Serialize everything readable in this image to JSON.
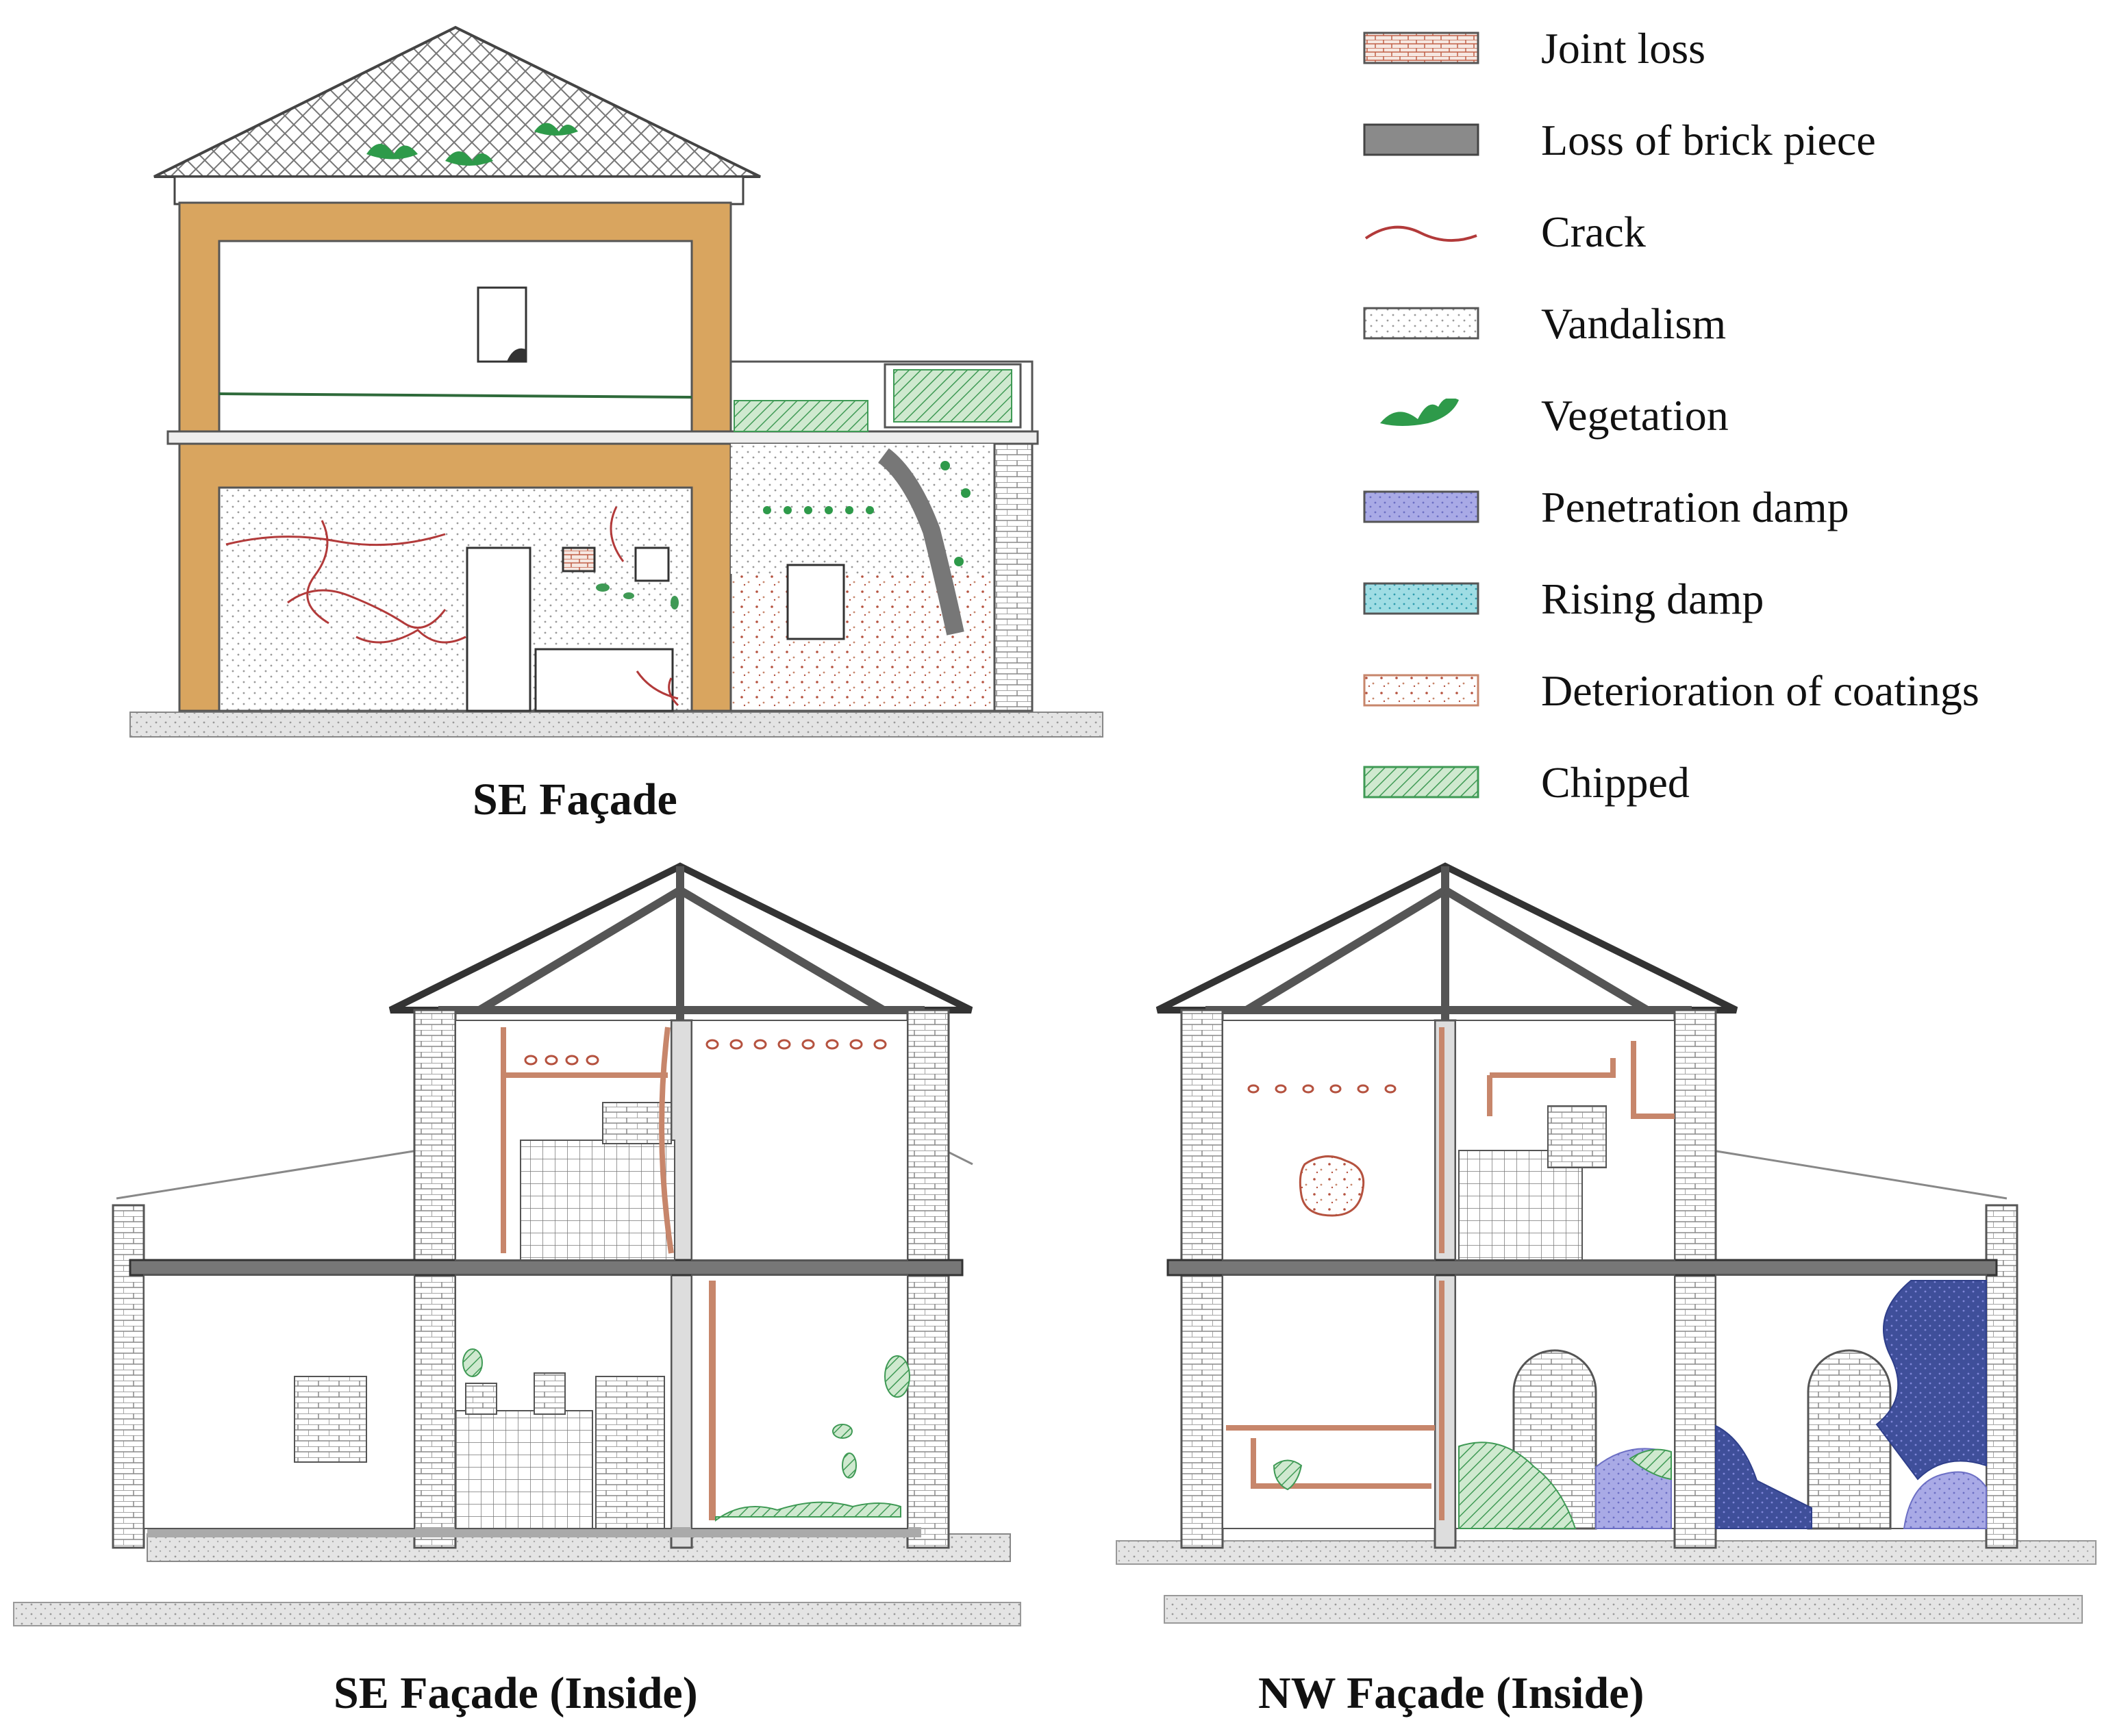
{
  "captions": {
    "se_facade": "SE Façade",
    "se_inside": "SE Façade (Inside)",
    "nw_inside": "NW Façade (Inside)"
  },
  "legend": [
    {
      "label": "Joint loss",
      "pattern": "joint-loss",
      "color": "#b5523f"
    },
    {
      "label": "Loss of brick piece",
      "pattern": "brick-loss",
      "color": "#8a8a8a"
    },
    {
      "label": "Crack",
      "pattern": "crack",
      "color": "#b23a3a"
    },
    {
      "label": "Vandalism",
      "pattern": "vandalism",
      "color": "#9a9a9a"
    },
    {
      "label": "Vegetation",
      "pattern": "vegetation",
      "color": "#2e9a4a"
    },
    {
      "label": "Penetration damp",
      "pattern": "penetration-damp",
      "color": "#8c8ed8"
    },
    {
      "label": "Rising damp",
      "pattern": "rising-damp",
      "color": "#7fd0d8"
    },
    {
      "label": "Deterioration of coatings",
      "pattern": "coatings",
      "color": "#c7866b"
    },
    {
      "label": "Chipped",
      "pattern": "chipped",
      "color": "#3f9a55"
    }
  ],
  "colors": {
    "pilaster": "#d9a55f",
    "roof_line": "#555555",
    "crack": "#b23a3a",
    "vegetation": "#2e9a4a",
    "damp_blue": "#7c80d0",
    "damp_dark": "#2f3f8a",
    "wall_line": "#333333"
  }
}
